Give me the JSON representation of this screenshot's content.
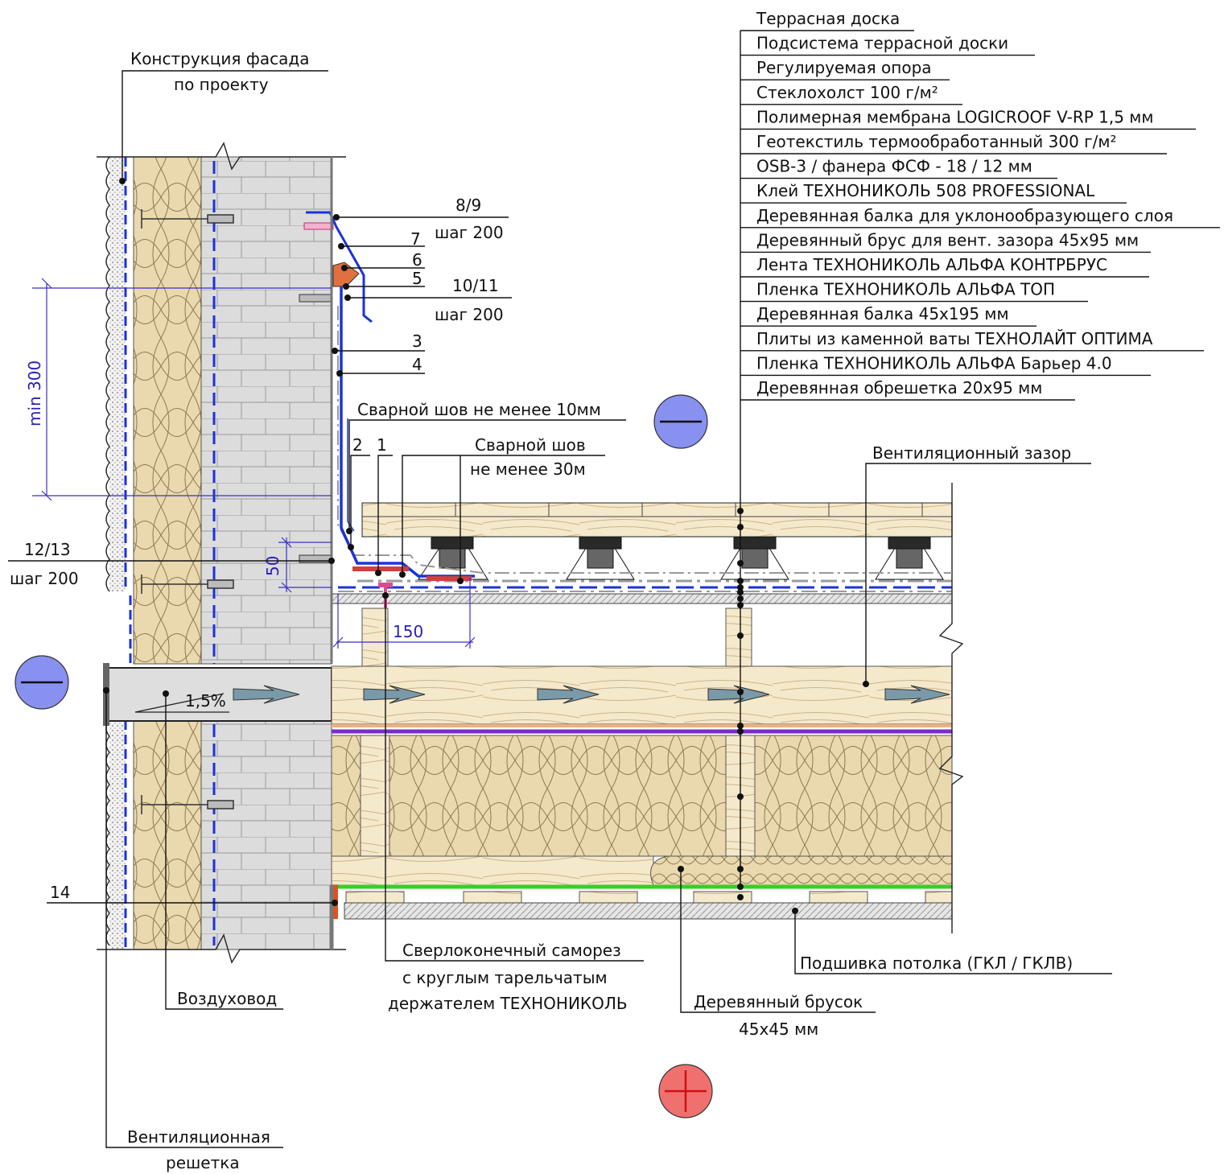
{
  "colors": {
    "wood": "#f3e6c4",
    "wood_grain": "#c9ad7a",
    "insulation": "#ead9ae",
    "brick": "#d8d8d8",
    "membrane": "#1b33d8",
    "barrier": "#7a2cc8",
    "seal": "#e04a8a",
    "green_film": "#3ccc2a",
    "cold_sign": "#8890f0",
    "warm_sign": "#f07070"
  },
  "layers_header": [
    "Террасная доска",
    "Подсистема террасной доски",
    "Регулируемая опора",
    "Стеклохолст 100 г/м²",
    "Полимерная мембрана LOGICROOF V-RP 1,5 мм",
    "Геотекстиль термообработанный 300 г/м²",
    "OSB-3 / фанера ФСФ - 18 / 12 мм",
    "Клей ТЕХНОНИКОЛЬ 508 PROFESSIONAL",
    "Деревянная балка для уклонообразующего слоя",
    "Деревянный брус для вент. зазора 45х95 мм",
    "Лента ТЕХНОНИКОЛЬ АЛЬФА КОНТРБРУС",
    "Пленка ТЕХНОНИКОЛЬ АЛЬФА ТОП",
    "Деревянная балка 45х195 мм",
    "Плиты из каменной ваты ТЕХНОЛАЙТ ОПТИМА",
    "Пленка ТЕХНОНИКОЛЬ АЛЬФА Барьер 4.0",
    "Деревянная обрешетка 20х95 мм"
  ],
  "labels": {
    "facade_line1": "Конструкция фасада",
    "facade_line2": "по проекту",
    "n89": "8/9",
    "n89_step": "шаг 200",
    "n7": "7",
    "n6": "6",
    "n5": "5",
    "n1011": "10/11",
    "n1011_step": "шаг 200",
    "n3": "3",
    "n4": "4",
    "weld10": "Сварной шов не менее 10мм",
    "n2": "2",
    "n1": "1",
    "weld30_line1": "Сварной шов",
    "weld30_line2": "не менее 30м",
    "vent_gap": "Вентиляционный зазор",
    "n1213": "12/13",
    "n1213_step": "шаг 200",
    "slope": "1,5%",
    "n14": "14",
    "screw_line1": "Сверлоконечный саморез",
    "screw_line2": "с круглым тарельчатым",
    "screw_line3": "держателем ТЕХНОНИКОЛЬ",
    "ceiling": "Подшивка потолка (ГКЛ / ГКЛВ)",
    "duct": "Воздуховод",
    "bar_line1": "Деревянный брусок",
    "bar_line2": "45х45 мм",
    "grille_line1": "Вентиляционная",
    "grille_line2": "решетка"
  },
  "dimensions": {
    "min300": "min 300",
    "d50": "50",
    "d150": "150"
  },
  "signs": {
    "cold_upper": "minus",
    "cold_left": "minus",
    "warm_bottom": "plus"
  }
}
